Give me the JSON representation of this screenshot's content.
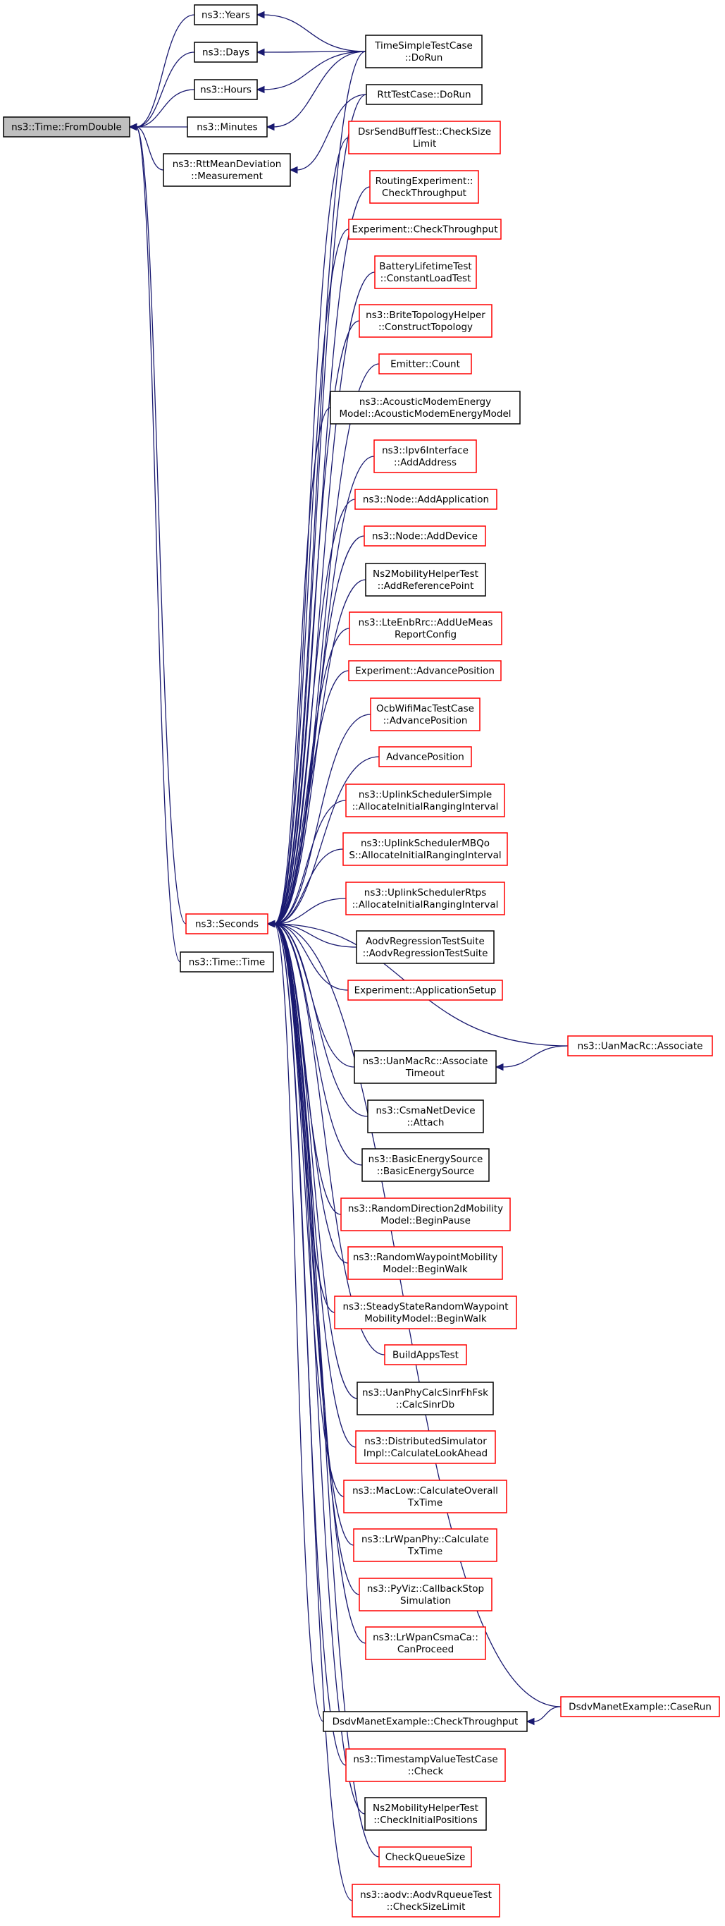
{
  "graph": {
    "edge_color": "#191970",
    "focus_fill": "#bfbfbf",
    "border_colors": {
      "black": "#000000",
      "red": "#ff0000"
    },
    "nodes": [
      {
        "id": "fromdouble",
        "lines": [
          "ns3::Time::FromDouble"
        ],
        "border": "black",
        "focus": true
      },
      {
        "id": "years",
        "lines": [
          "ns3::Years"
        ],
        "border": "black"
      },
      {
        "id": "days",
        "lines": [
          "ns3::Days"
        ],
        "border": "black"
      },
      {
        "id": "hours",
        "lines": [
          "ns3::Hours"
        ],
        "border": "black"
      },
      {
        "id": "minutes",
        "lines": [
          "ns3::Minutes"
        ],
        "border": "black"
      },
      {
        "id": "rttmean",
        "lines": [
          "ns3::RttMeanDeviation",
          "::Measurement"
        ],
        "border": "black"
      },
      {
        "id": "seconds",
        "lines": [
          "ns3::Seconds"
        ],
        "border": "red"
      },
      {
        "id": "timetime",
        "lines": [
          "ns3::Time::Time"
        ],
        "border": "black"
      },
      {
        "id": "timesimple",
        "lines": [
          "TimeSimpleTestCase",
          "::DoRun"
        ],
        "border": "black"
      },
      {
        "id": "rtttest",
        "lines": [
          "RttTestCase::DoRun"
        ],
        "border": "black"
      },
      {
        "id": "dsrsend",
        "lines": [
          "DsrSendBuffTest::CheckSize",
          "Limit"
        ],
        "border": "red"
      },
      {
        "id": "routingexp",
        "lines": [
          "RoutingExperiment::",
          "CheckThroughput"
        ],
        "border": "red"
      },
      {
        "id": "expcheck",
        "lines": [
          "Experiment::CheckThroughput"
        ],
        "border": "red"
      },
      {
        "id": "battery",
        "lines": [
          "BatteryLifetimeTest",
          "::ConstantLoadTest"
        ],
        "border": "red"
      },
      {
        "id": "brite",
        "lines": [
          "ns3::BriteTopologyHelper",
          "::ConstructTopology"
        ],
        "border": "red"
      },
      {
        "id": "emitter",
        "lines": [
          "Emitter::Count"
        ],
        "border": "red"
      },
      {
        "id": "acoustic",
        "lines": [
          "ns3::AcousticModemEnergy",
          "Model::AcousticModemEnergyModel"
        ],
        "border": "black"
      },
      {
        "id": "ipv6",
        "lines": [
          "ns3::Ipv6Interface",
          "::AddAddress"
        ],
        "border": "red"
      },
      {
        "id": "nodeaddapp",
        "lines": [
          "ns3::Node::AddApplication"
        ],
        "border": "red"
      },
      {
        "id": "nodeadddev",
        "lines": [
          "ns3::Node::AddDevice"
        ],
        "border": "red"
      },
      {
        "id": "ns2ref",
        "lines": [
          "Ns2MobilityHelperTest",
          "::AddReferencePoint"
        ],
        "border": "black"
      },
      {
        "id": "lteenb",
        "lines": [
          "ns3::LteEnbRrc::AddUeMeas",
          "ReportConfig"
        ],
        "border": "red"
      },
      {
        "id": "expadvance",
        "lines": [
          "Experiment::AdvancePosition"
        ],
        "border": "red"
      },
      {
        "id": "ocb",
        "lines": [
          "OcbWifiMacTestCase",
          "::AdvancePosition"
        ],
        "border": "red"
      },
      {
        "id": "advance",
        "lines": [
          "AdvancePosition"
        ],
        "border": "red"
      },
      {
        "id": "uplinksimple",
        "lines": [
          "ns3::UplinkSchedulerSimple",
          "::AllocateInitialRangingInterval"
        ],
        "border": "red"
      },
      {
        "id": "uplinkmbqos",
        "lines": [
          "ns3::UplinkSchedulerMBQo",
          "S::AllocateInitialRangingInterval"
        ],
        "border": "red"
      },
      {
        "id": "uplinkrtps",
        "lines": [
          "ns3::UplinkSchedulerRtps",
          "::AllocateInitialRangingInterval"
        ],
        "border": "red"
      },
      {
        "id": "aodvreg",
        "lines": [
          "AodvRegressionTestSuite",
          "::AodvRegressionTestSuite"
        ],
        "border": "black"
      },
      {
        "id": "expappsetup",
        "lines": [
          "Experiment::ApplicationSetup"
        ],
        "border": "red"
      },
      {
        "id": "uanassoc",
        "lines": [
          "ns3::UanMacRc::Associate"
        ],
        "border": "red"
      },
      {
        "id": "uanassoctimeout",
        "lines": [
          "ns3::UanMacRc::Associate",
          "Timeout"
        ],
        "border": "black"
      },
      {
        "id": "csma",
        "lines": [
          "ns3::CsmaNetDevice",
          "::Attach"
        ],
        "border": "black"
      },
      {
        "id": "basicenergy",
        "lines": [
          "ns3::BasicEnergySource",
          "::BasicEnergySource"
        ],
        "border": "black"
      },
      {
        "id": "randomdir",
        "lines": [
          "ns3::RandomDirection2dMobility",
          "Model::BeginPause"
        ],
        "border": "red"
      },
      {
        "id": "randomway",
        "lines": [
          "ns3::RandomWaypointMobility",
          "Model::BeginWalk"
        ],
        "border": "red"
      },
      {
        "id": "steady",
        "lines": [
          "ns3::SteadyStateRandomWaypoint",
          "MobilityModel::BeginWalk"
        ],
        "border": "red"
      },
      {
        "id": "buildapps",
        "lines": [
          "BuildAppsTest"
        ],
        "border": "red"
      },
      {
        "id": "uanphy",
        "lines": [
          "ns3::UanPhyCalcSinrFhFsk",
          "::CalcSinrDb"
        ],
        "border": "black"
      },
      {
        "id": "distsim",
        "lines": [
          "ns3::DistributedSimulator",
          "Impl::CalculateLookAhead"
        ],
        "border": "red"
      },
      {
        "id": "maclow",
        "lines": [
          "ns3::MacLow::CalculateOverall",
          "TxTime"
        ],
        "border": "red"
      },
      {
        "id": "lrwpanphy",
        "lines": [
          "ns3::LrWpanPhy::Calculate",
          "TxTime"
        ],
        "border": "red"
      },
      {
        "id": "pyviz",
        "lines": [
          "ns3::PyViz::CallbackStop",
          "Simulation"
        ],
        "border": "red"
      },
      {
        "id": "lrwpancsma",
        "lines": [
          "ns3::LrWpanCsmaCa::",
          "CanProceed"
        ],
        "border": "red"
      },
      {
        "id": "dsdvcaserun",
        "lines": [
          "DsdvManetExample::CaseRun"
        ],
        "border": "red"
      },
      {
        "id": "dsdvcheck",
        "lines": [
          "DsdvManetExample::CheckThroughput"
        ],
        "border": "black"
      },
      {
        "id": "timestamp",
        "lines": [
          "ns3::TimestampValueTestCase",
          "::Check"
        ],
        "border": "red"
      },
      {
        "id": "ns2init",
        "lines": [
          "Ns2MobilityHelperTest",
          "::CheckInitialPositions"
        ],
        "border": "black"
      },
      {
        "id": "checkqueue",
        "lines": [
          "CheckQueueSize"
        ],
        "border": "red"
      },
      {
        "id": "aodvrqueue",
        "lines": [
          "ns3::aodv::AodvRqueueTest",
          "::CheckSizeLimit"
        ],
        "border": "red"
      }
    ],
    "edges": [
      {
        "from": "years",
        "to": "fromdouble"
      },
      {
        "from": "days",
        "to": "fromdouble"
      },
      {
        "from": "hours",
        "to": "fromdouble"
      },
      {
        "from": "minutes",
        "to": "fromdouble"
      },
      {
        "from": "rttmean",
        "to": "fromdouble"
      },
      {
        "from": "seconds",
        "to": "fromdouble"
      },
      {
        "from": "timetime",
        "to": "fromdouble"
      },
      {
        "from": "timesimple",
        "to": "years"
      },
      {
        "from": "timesimple",
        "to": "days"
      },
      {
        "from": "timesimple",
        "to": "hours"
      },
      {
        "from": "timesimple",
        "to": "minutes"
      },
      {
        "from": "rtttest",
        "to": "rttmean"
      },
      {
        "from": "timesimple",
        "to": "seconds"
      },
      {
        "from": "rtttest",
        "to": "seconds"
      },
      {
        "from": "dsrsend",
        "to": "seconds"
      },
      {
        "from": "routingexp",
        "to": "seconds"
      },
      {
        "from": "expcheck",
        "to": "seconds"
      },
      {
        "from": "battery",
        "to": "seconds"
      },
      {
        "from": "brite",
        "to": "seconds"
      },
      {
        "from": "emitter",
        "to": "seconds"
      },
      {
        "from": "acoustic",
        "to": "seconds"
      },
      {
        "from": "ipv6",
        "to": "seconds"
      },
      {
        "from": "nodeaddapp",
        "to": "seconds"
      },
      {
        "from": "nodeadddev",
        "to": "seconds"
      },
      {
        "from": "ns2ref",
        "to": "seconds"
      },
      {
        "from": "lteenb",
        "to": "seconds"
      },
      {
        "from": "expadvance",
        "to": "seconds"
      },
      {
        "from": "ocb",
        "to": "seconds"
      },
      {
        "from": "advance",
        "to": "seconds"
      },
      {
        "from": "uplinksimple",
        "to": "seconds"
      },
      {
        "from": "uplinkmbqos",
        "to": "seconds"
      },
      {
        "from": "uplinkrtps",
        "to": "seconds"
      },
      {
        "from": "aodvreg",
        "to": "seconds"
      },
      {
        "from": "expappsetup",
        "to": "seconds"
      },
      {
        "from": "uanassoc",
        "to": "seconds"
      },
      {
        "from": "uanassoctimeout",
        "to": "seconds"
      },
      {
        "from": "csma",
        "to": "seconds"
      },
      {
        "from": "basicenergy",
        "to": "seconds"
      },
      {
        "from": "randomdir",
        "to": "seconds"
      },
      {
        "from": "randomway",
        "to": "seconds"
      },
      {
        "from": "steady",
        "to": "seconds"
      },
      {
        "from": "buildapps",
        "to": "seconds"
      },
      {
        "from": "uanphy",
        "to": "seconds"
      },
      {
        "from": "distsim",
        "to": "seconds"
      },
      {
        "from": "maclow",
        "to": "seconds"
      },
      {
        "from": "lrwpanphy",
        "to": "seconds"
      },
      {
        "from": "pyviz",
        "to": "seconds"
      },
      {
        "from": "lrwpancsma",
        "to": "seconds"
      },
      {
        "from": "dsdvcaserun",
        "to": "seconds"
      },
      {
        "from": "dsdvcheck",
        "to": "seconds"
      },
      {
        "from": "timestamp",
        "to": "seconds"
      },
      {
        "from": "ns2init",
        "to": "seconds"
      },
      {
        "from": "checkqueue",
        "to": "seconds"
      },
      {
        "from": "aodvrqueue",
        "to": "seconds"
      },
      {
        "from": "uanassoc",
        "to": "uanassoctimeout"
      },
      {
        "from": "dsdvcaserun",
        "to": "dsdvcheck"
      }
    ]
  }
}
